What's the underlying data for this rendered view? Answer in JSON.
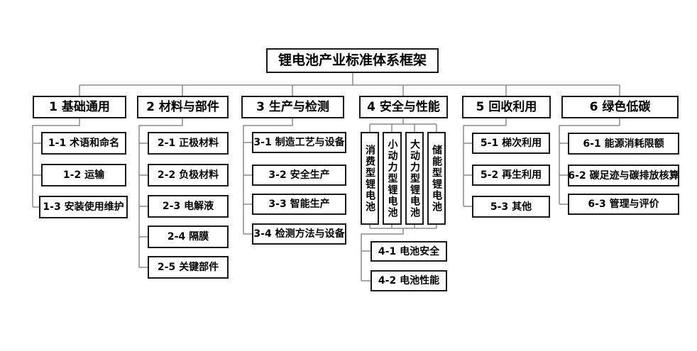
{
  "title": "锂电池产业标准体系框架",
  "columns": [
    {
      "header": "1 基础通用",
      "children": [
        "1-1 术语和命名",
        "1-2 运输",
        "1-3 安装使用维护"
      ]
    },
    {
      "header": "2 材料与部件",
      "children": [
        "2-1 正极材料",
        "2-2 负极材料",
        "2-3 电解液",
        "2-4 隔膜",
        "2-5 关键部件"
      ]
    },
    {
      "header": "3 生产与检测",
      "children": [
        "3-1 制造工艺与设备",
        "3-2 安全生产",
        "3-3 智能生产",
        "3-4 检测方法与设备"
      ]
    },
    {
      "header": "4 安全与性能",
      "categories": [
        "消费型锂电池",
        "小动力型锂电池",
        "大动力型锂电池",
        "储能型锂电池"
      ],
      "children": [
        "4-1 电池安全",
        "4-2 电池性能"
      ]
    },
    {
      "header": "5 回收利用",
      "children": [
        "5-1 梯次利用",
        "5-2 再生利用",
        "5-3 其他"
      ]
    },
    {
      "header": "6 绿色低碳",
      "children": [
        "6-1 能源消耗限额",
        "6-2 碳足迹与碳排放核算",
        "6-3 管理与评价"
      ]
    }
  ],
  "colors": {
    "box_border": "#1a1a1a",
    "connector": "#8c8c8c",
    "text": "#000000",
    "background": "#ffffff"
  }
}
